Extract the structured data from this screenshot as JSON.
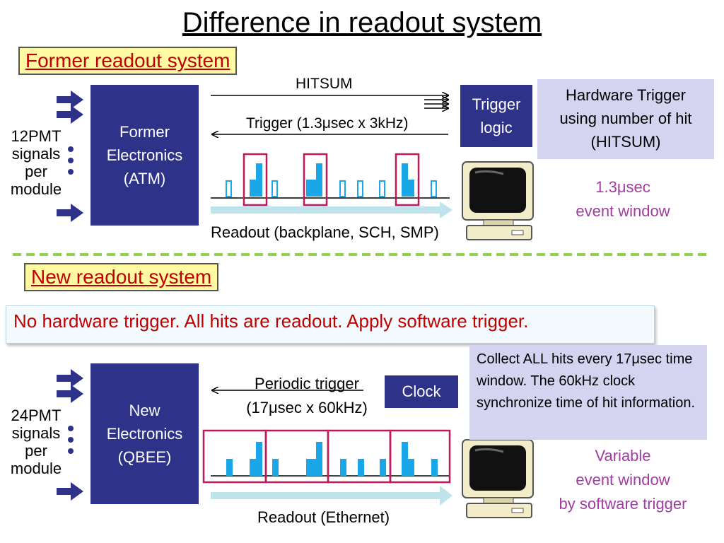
{
  "title": "Difference in readout system",
  "former": {
    "section_label": "Former readout system",
    "electronics": "Former\nElectronics\n(ATM)",
    "pmt": "12PMT\nsignals\nper\nmodule",
    "hitsum": "HITSUM",
    "trigger_signal": "Trigger (1.3μsec x 3kHz)",
    "trigger_logic": "Trigger\nlogic",
    "info_box": "Hardware Trigger\nusing number of hit\n(HITSUM)",
    "window_note": "1.3μsec\nevent window",
    "readout": "Readout (backplane, SCH, SMP)"
  },
  "new": {
    "section_label": "New readout system",
    "banner": "No hardware trigger. All hits are readout. Apply software trigger.",
    "electronics": "New\nElectronics\n(QBEE)",
    "pmt": "24PMT\nsignals\nper\nmodule",
    "periodic_trigger": "Periodic trigger\n(17μsec x 60kHz)",
    "clock": "Clock",
    "info_box": "Collect ALL hits every 17μsec time window. The 60kHz clock synchronize time of hit information.",
    "window_note": "Variable\nevent window\nby software trigger",
    "readout": "Readout (Ethernet)"
  },
  "colors": {
    "navy": "#2e3289",
    "pulse_blue": "#1aa7e8",
    "window_magenta": "#c0185a",
    "divider_green": "#92d050",
    "readout_arrow": "#bfe3ea",
    "label_red": "#c00000",
    "note_purple": "#a23ba2"
  }
}
